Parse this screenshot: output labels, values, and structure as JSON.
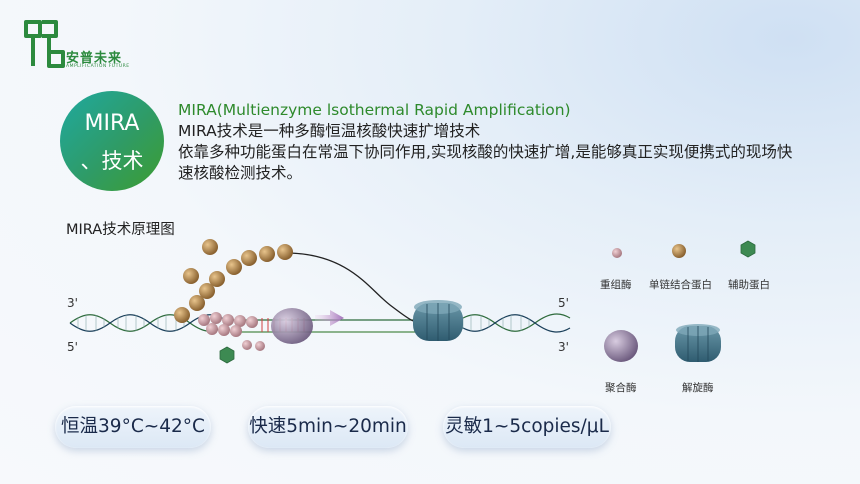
{
  "brand": {
    "name": "安普未来",
    "tagline": "AMPLIFICATION FUTURE",
    "color": "#2c8a3e"
  },
  "badge": {
    "line1": "MIRA",
    "line2": "、技术",
    "gradient": [
      "#1fa9a0",
      "#3d9d2f"
    ]
  },
  "intro": {
    "title": "MIRA(Multienzyme lsothermal Rapid Amplification)",
    "line1": "MIRA技术是一种多酶恒温核酸快速扩增技术",
    "line2": "依靠多种功能蛋白在常温下协同作用,实现核酸的快速扩增,是能够真正实现便携式的现场快",
    "line3": "速核酸检测技术。"
  },
  "diagram": {
    "title": "MIRA技术原理图",
    "left_top": "3'",
    "left_bottom": "5'",
    "right_top": "5'",
    "right_bottom": "3'"
  },
  "legend": [
    {
      "label": "重组酶",
      "icon": "recombinase-icon"
    },
    {
      "label": "单链结合蛋白",
      "icon": "ssb-protein-icon"
    },
    {
      "label": "辅助蛋白",
      "icon": "helper-protein-icon"
    },
    {
      "label": "聚合酶",
      "icon": "polymerase-icon"
    },
    {
      "label": "解旋酶",
      "icon": "helicase-icon"
    }
  ],
  "features": [
    "恒温39°C~42°C",
    "快速5min~20min",
    "灵敏1~5copies/μL"
  ]
}
